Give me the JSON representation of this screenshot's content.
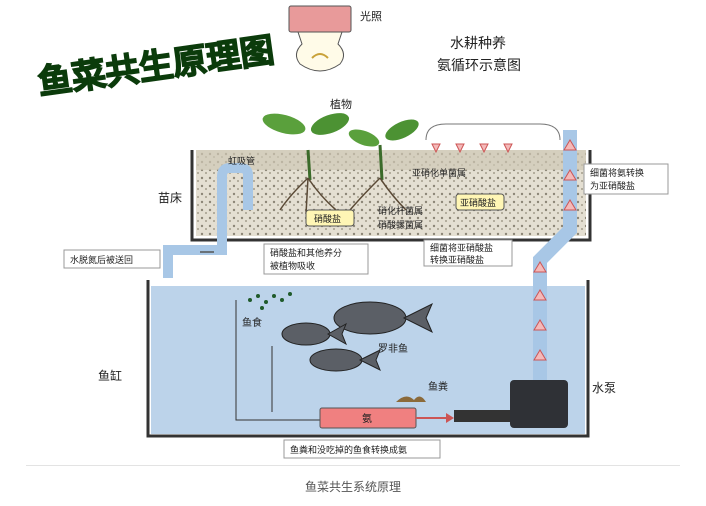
{
  "banner": {
    "text": "鱼菜共生原理图"
  },
  "title": {
    "line1": "水耕种养",
    "line2": "氨循环示意图"
  },
  "labels": {
    "light": "光照",
    "plants": "植物",
    "seedbed": "苗床",
    "siphon": "虹吸管",
    "nitrite_bacteria": "亚硝化单菌属",
    "nitrite": "亚硝酸盐",
    "nitrate": "硝酸盐",
    "nitrobacter": "硝化杆菌属",
    "nitrospira": "硝酸螺菌属",
    "nitrate_absorbed": [
      "硝酸盐和其他养分",
      "被植物吸收"
    ],
    "bacteria_ammonia": [
      "细菌将氨转换",
      "为亚硝酸盐"
    ],
    "bacteria_nitrite": [
      "细菌将亚硝酸盐",
      "转换亚硝酸盐"
    ],
    "water_return": "水脱氮后被送回",
    "fish_food": "鱼食",
    "tilapia": "罗非鱼",
    "fish_tank": "鱼缸",
    "fish_waste": "鱼粪",
    "ammonia": "氨",
    "pump": "水泵",
    "waste_note": "鱼粪和没吃掉的鱼食转换成氨"
  },
  "caption": "鱼菜共生系统原理",
  "colors": {
    "banner_green": "#1f7a1f",
    "water": "#bcd3ea",
    "pipe": "#a8c7e6",
    "arrow": "#f4b9b9",
    "ammonia_box": "#f08080",
    "soil": "#d9d3c3"
  }
}
